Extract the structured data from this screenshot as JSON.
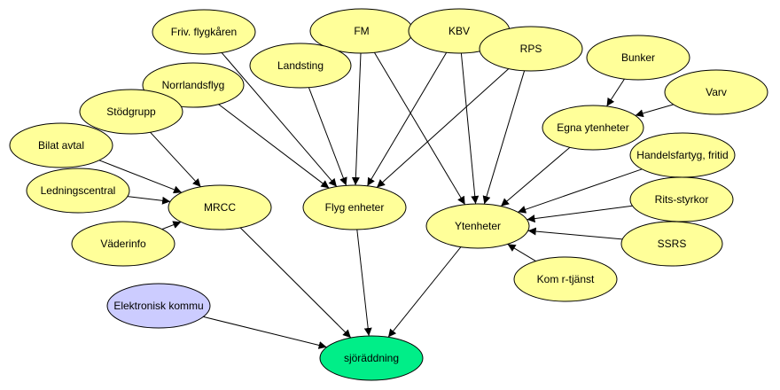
{
  "colors": {
    "default_node": "#ffff99",
    "edge": "#000000",
    "elektronisk_kommu": "#ccccff",
    "sjoraddning": "#00ee88"
  },
  "nodes": {
    "friv": "Friv. flygkåren",
    "fm": "FM",
    "kbv": "KBV",
    "rps": "RPS",
    "landsting": "Landsting",
    "bunker": "Bunker",
    "norrlandsflyg": "Norrlandsflyg",
    "varv": "Varv",
    "stodgrupp": "Stödgrupp",
    "egna": "Egna ytenheter",
    "bilat": "Bilat avtal",
    "handel": "Handelsfartyg, fritid",
    "ledning": "Ledningscentral",
    "mrcc": "MRCC",
    "flyg": "Flyg enheter",
    "rits": "Rits-styrkor",
    "ytenheter": "Ytenheter",
    "vader": "Väderinfo",
    "ssrs": "SSRS",
    "komr": "Kom r-tjänst",
    "elektronisk": "Elektronisk kommu",
    "sjoraddning": "sjöräddning"
  },
  "edges": [
    [
      "stodgrupp",
      "mrcc"
    ],
    [
      "bilat",
      "mrcc"
    ],
    [
      "ledning",
      "mrcc"
    ],
    [
      "vader",
      "mrcc"
    ],
    [
      "friv",
      "flyg"
    ],
    [
      "norrlandsflyg",
      "flyg"
    ],
    [
      "landsting",
      "flyg"
    ],
    [
      "fm",
      "flyg"
    ],
    [
      "kbv",
      "flyg"
    ],
    [
      "rps",
      "flyg"
    ],
    [
      "fm",
      "ytenheter"
    ],
    [
      "kbv",
      "ytenheter"
    ],
    [
      "rps",
      "ytenheter"
    ],
    [
      "bunker",
      "egna"
    ],
    [
      "varv",
      "egna"
    ],
    [
      "egna",
      "ytenheter"
    ],
    [
      "handel",
      "ytenheter"
    ],
    [
      "rits",
      "ytenheter"
    ],
    [
      "ssrs",
      "ytenheter"
    ],
    [
      "komr",
      "ytenheter"
    ],
    [
      "mrcc",
      "sjoraddning"
    ],
    [
      "flyg",
      "sjoraddning"
    ],
    [
      "ytenheter",
      "sjoraddning"
    ],
    [
      "elektronisk",
      "sjoraddning"
    ]
  ]
}
